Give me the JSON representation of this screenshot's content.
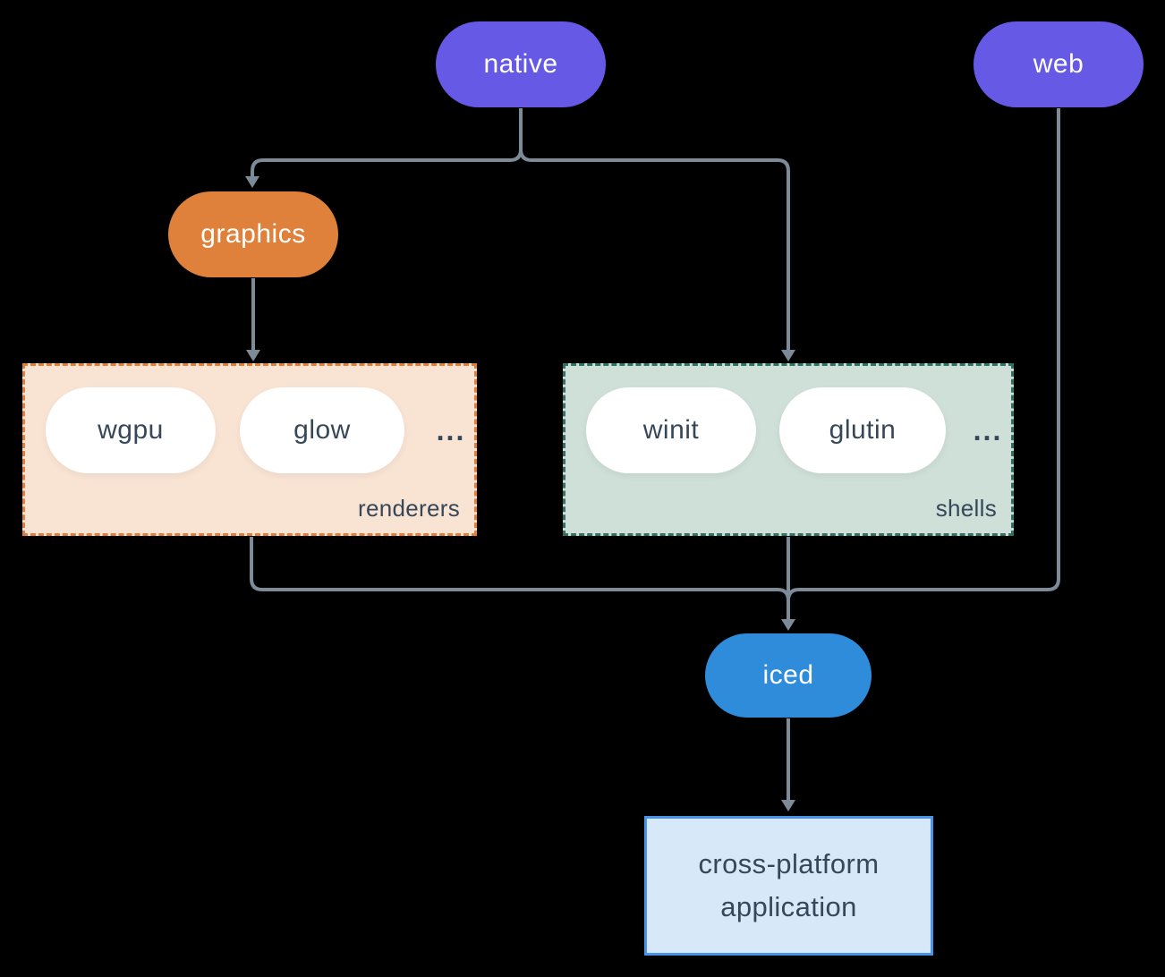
{
  "colors": {
    "background": "#000000",
    "purple": "#6659E6",
    "orange": "#E0813B",
    "peach_fill": "#F9E4D4",
    "peach_border": "#E07E3A",
    "sage_fill": "#CFE0D8",
    "sage_border": "#2F7265",
    "blue": "#2F8CDB",
    "app_fill": "#D7E8F9",
    "app_border": "#4A94E8",
    "line": "#7D8B99",
    "dark_text": "#37475A",
    "white_text": "#FFFFFF"
  },
  "diagram": {
    "native_label": "native",
    "web_label": "web",
    "graphics_label": "graphics",
    "renderers": {
      "items": [
        "wgpu",
        "glow"
      ],
      "ellipsis": "...",
      "label": "renderers"
    },
    "shells": {
      "items": [
        "winit",
        "glutin"
      ],
      "ellipsis": "...",
      "label": "shells"
    },
    "iced_label": "iced",
    "application": {
      "line1": "cross-platform",
      "line2": "application"
    }
  }
}
